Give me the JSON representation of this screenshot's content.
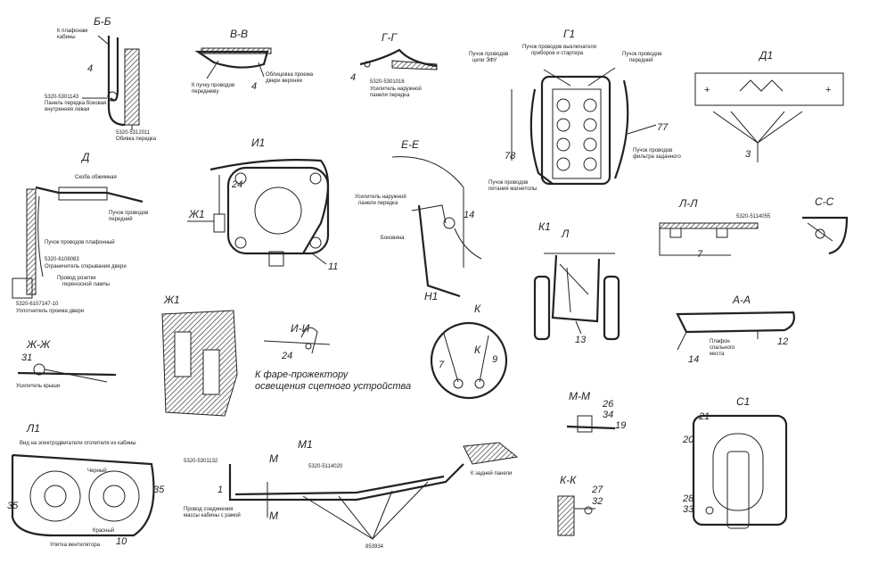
{
  "views": {
    "bb": {
      "title": "Б-Б",
      "n4": "4",
      "l1": "К плафонам",
      "l1b": "кабины",
      "l2": "5320-5301143",
      "l3": "Панель передка боковая",
      "l3b": "внутренняя левая",
      "l4": "5320-5312011",
      "l5": "Обивка передка"
    },
    "vv": {
      "title": "В-В",
      "l1": "К пучку проводов",
      "l1b": "переднему",
      "l2": "Облицовка проема",
      "l2b": "двери верхняя",
      "n4": "4"
    },
    "gg": {
      "title": "Г-Г",
      "n4": "4",
      "l1": "5320-5301016",
      "l2": "Усилитель наружной",
      "l2b": "панели передка"
    },
    "g1": {
      "title": "Г1",
      "l1": "Пучок проводов выключателя",
      "l1b": "приборов и стартера",
      "l2": "Пучок проводов",
      "l2b": "цепи ЭФУ",
      "l3": "Пучок проводов",
      "l3b": "передний",
      "n77": "77",
      "n78": "78",
      "l4": "Пучок проводов",
      "l4b": "фильтра заданного",
      "l5": "Пучок проводов",
      "l5b": "питания магнитолы"
    },
    "d1": {
      "title": "Д1",
      "n3": "3"
    },
    "d": {
      "title": "Д",
      "l1": "Скоба обжимная",
      "l2": "Пучок проводов",
      "l2b": "передний",
      "l3": "Пучок проводов плафонный",
      "l4": "5320-6108083",
      "l5": "Ограничитель открывания двери",
      "l6": "Провод розетки",
      "l6b": "переносной лампы",
      "l7": "5320-6107147-10",
      "l8": "Уплотнитель проема двери"
    },
    "i1": {
      "title": "И1",
      "n24": "24",
      "n11": "11"
    },
    "ee": {
      "title": "Е-Е",
      "l1": "Усилитель наружной",
      "l1b": "панели передка",
      "n14": "14",
      "l2": "Боковина"
    },
    "zh1label": {
      "title": "Ж1"
    },
    "k1": {
      "title": "К1",
      "l": "Л",
      "n13": "13"
    },
    "ll": {
      "title": "Л-Л",
      "l1": "5320-5114055",
      "n7": "7"
    },
    "cc": {
      "title": "С-С"
    },
    "zhzh": {
      "title": "Ж-Ж",
      "n31": "31",
      "l1": "Усилитель крыши"
    },
    "zh1": {
      "title": "Ж1"
    },
    "ii": {
      "title": "И-И",
      "n24": "24",
      "l1": "К фаре-прожектору",
      "l2": "освещения сцепного устройства"
    },
    "n1": {
      "title": "Н1",
      "k": "К",
      "n7": "7",
      "n9": "9"
    },
    "aa": {
      "title": "А-А",
      "n14": "14",
      "n12": "12",
      "l1": "Плафон",
      "l1b": "спального",
      "l1c": "места"
    },
    "mm": {
      "title": "М-М",
      "n26": "26",
      "n34": "34",
      "n19": "19"
    },
    "l1v": {
      "title": "Л1",
      "l1": "Вид на электродвигатели отопителя из кабины",
      "l2": "Черный",
      "l3": "Красный",
      "l4": "Улитка вентилятора",
      "n35a": "35",
      "n35b": "35",
      "n10": "10"
    },
    "m1": {
      "title": "М1",
      "l1": "5320-5301132",
      "l2": "5320-5114020",
      "m": "М",
      "n1": "1",
      "l3": "Провод соединения",
      "l3b": "массы кабины с рамой",
      "l4": "К задней панели",
      "l5": "853934"
    },
    "kk": {
      "title": "К-К",
      "n27": "27",
      "n32": "32"
    },
    "c1": {
      "title": "С1",
      "n21": "21",
      "n20": "20",
      "n28": "28",
      "n33": "33"
    }
  }
}
